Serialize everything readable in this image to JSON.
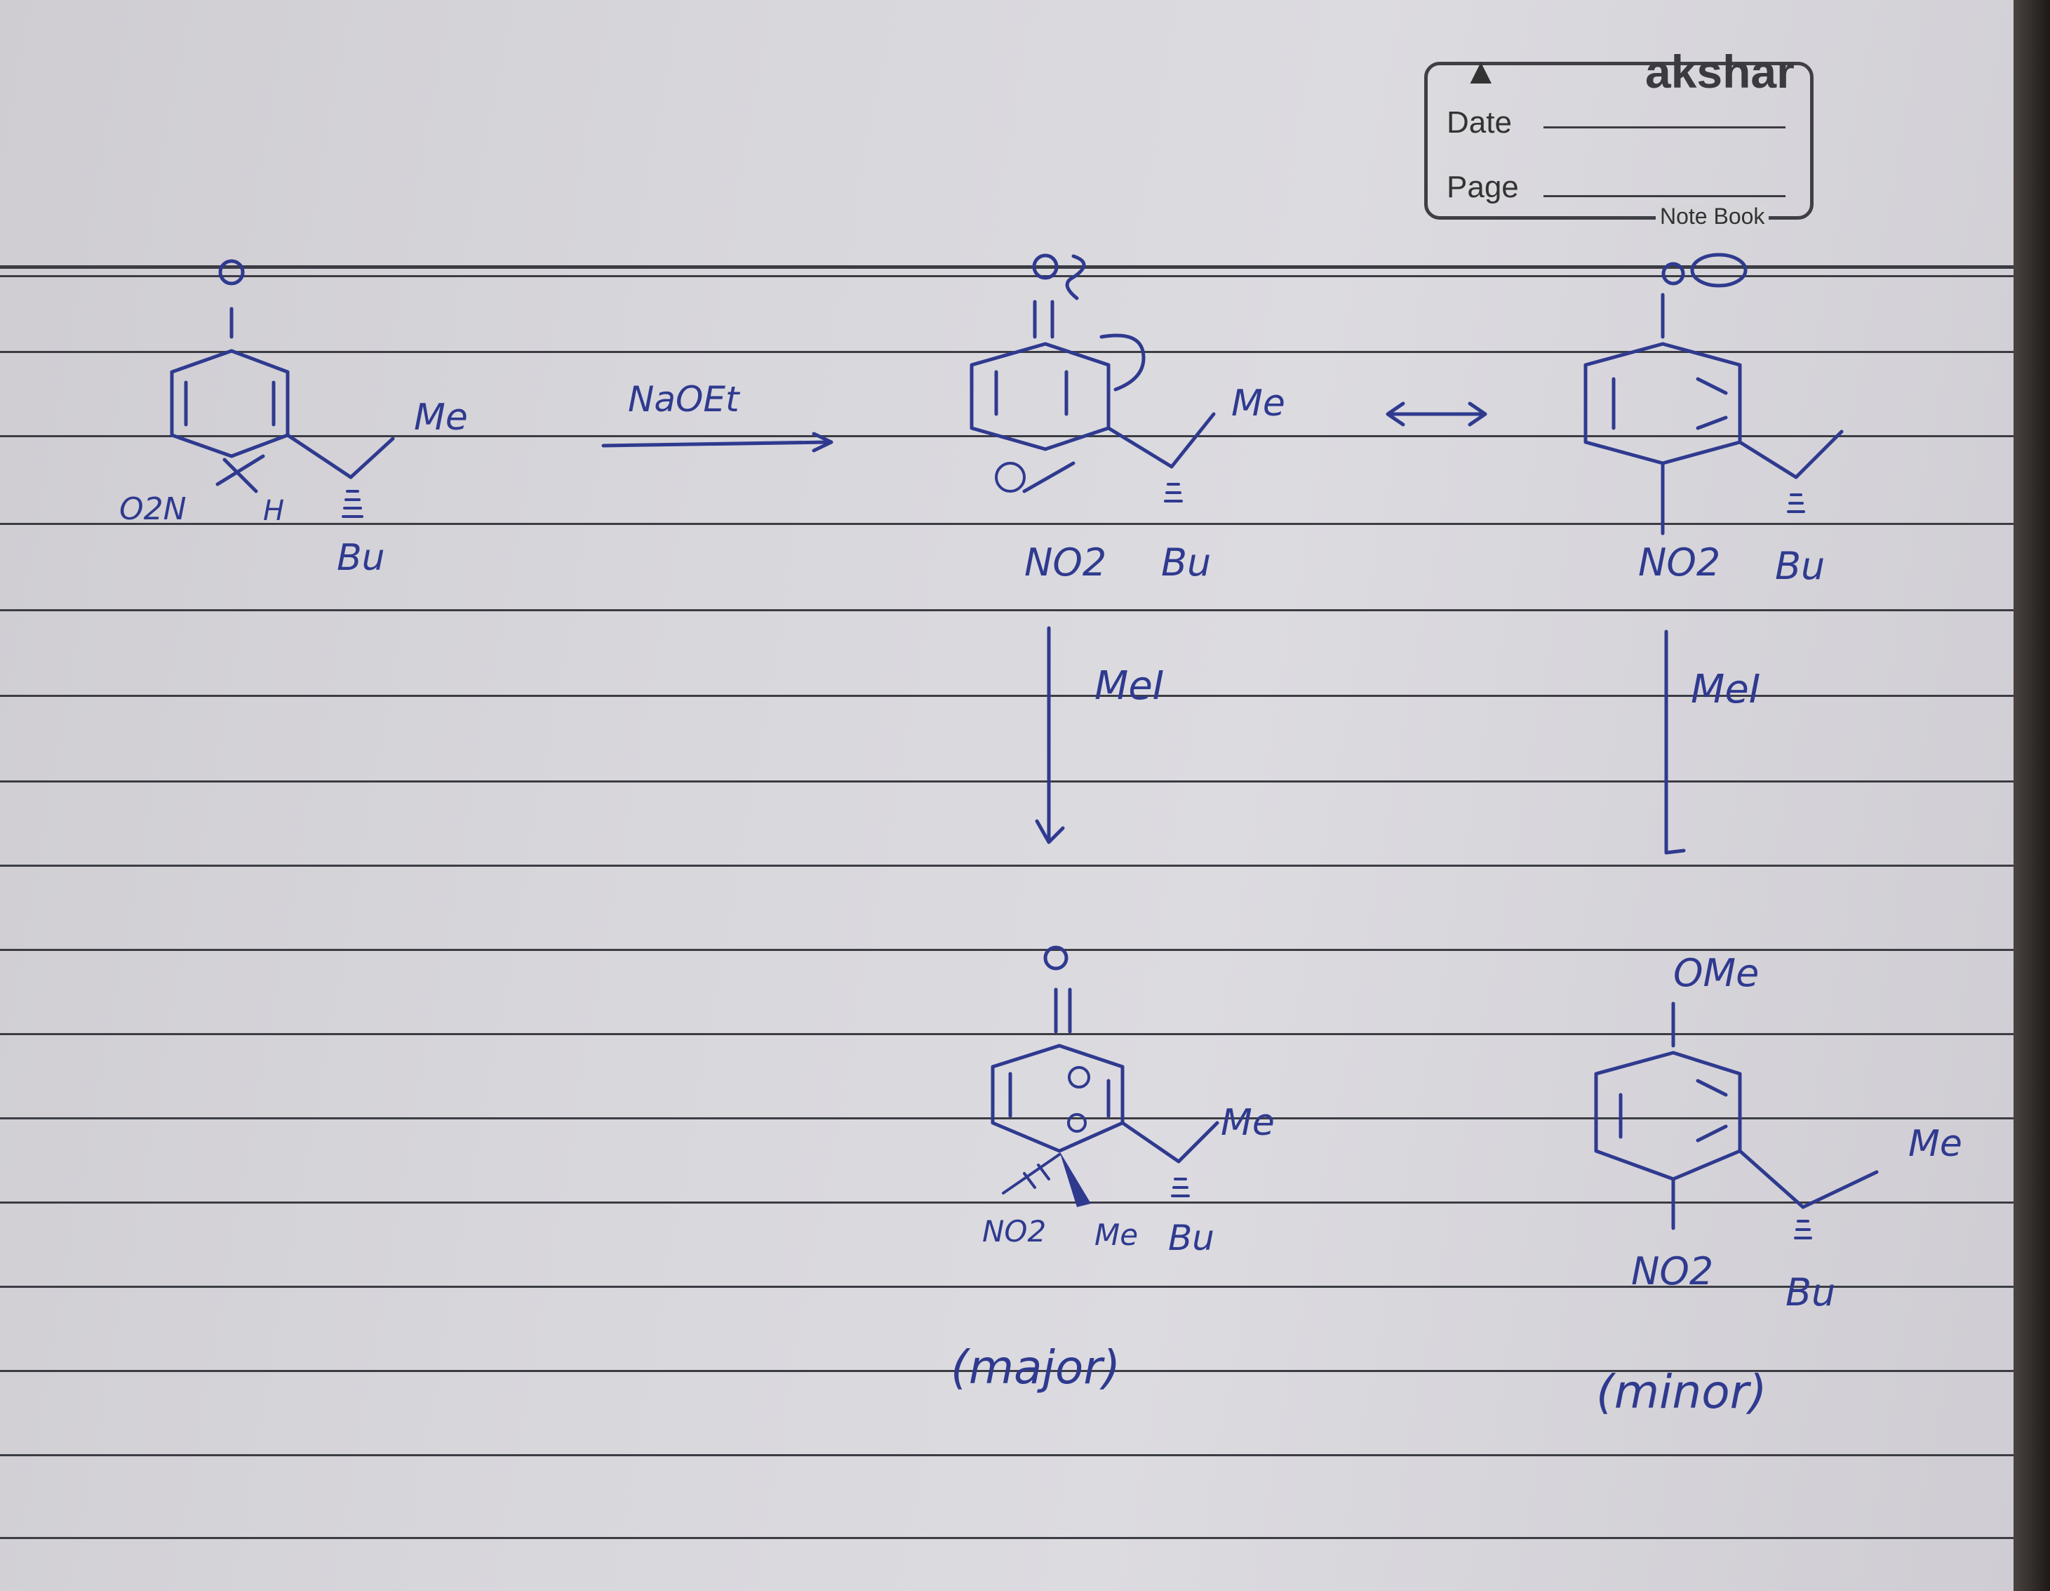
{
  "notebook": {
    "brand": "akshar",
    "date_label": "Date",
    "page_label": "Page",
    "subtitle": "Note Book"
  },
  "reaction": {
    "reagent_step1": "NaOEt",
    "reagent_step2_left": "MeI",
    "reagent_step2_right": "MeI",
    "start": {
      "substituent_top": "Me",
      "label_o2n": "O2N",
      "label_h": "H",
      "label_bu": "Bu"
    },
    "enolate": {
      "substituent_top": "Me",
      "label_no2": "NO2",
      "label_bu": "Bu"
    },
    "resonance": {
      "label_no2": "NO2",
      "label_bu": "Bu"
    },
    "product_major": {
      "substituent_top": "Me",
      "label_no2": "NO2",
      "label_me": "Me",
      "label_bu": "Bu",
      "caption": "(major)"
    },
    "product_minor": {
      "top_group": "OMe",
      "substituent": "Me",
      "label_no2": "NO2",
      "label_bu": "Bu",
      "caption": "(minor)"
    }
  },
  "colors": {
    "ink": "#2f3a8f",
    "paper": "#d8d7dc",
    "rule": "#3c3c44"
  }
}
